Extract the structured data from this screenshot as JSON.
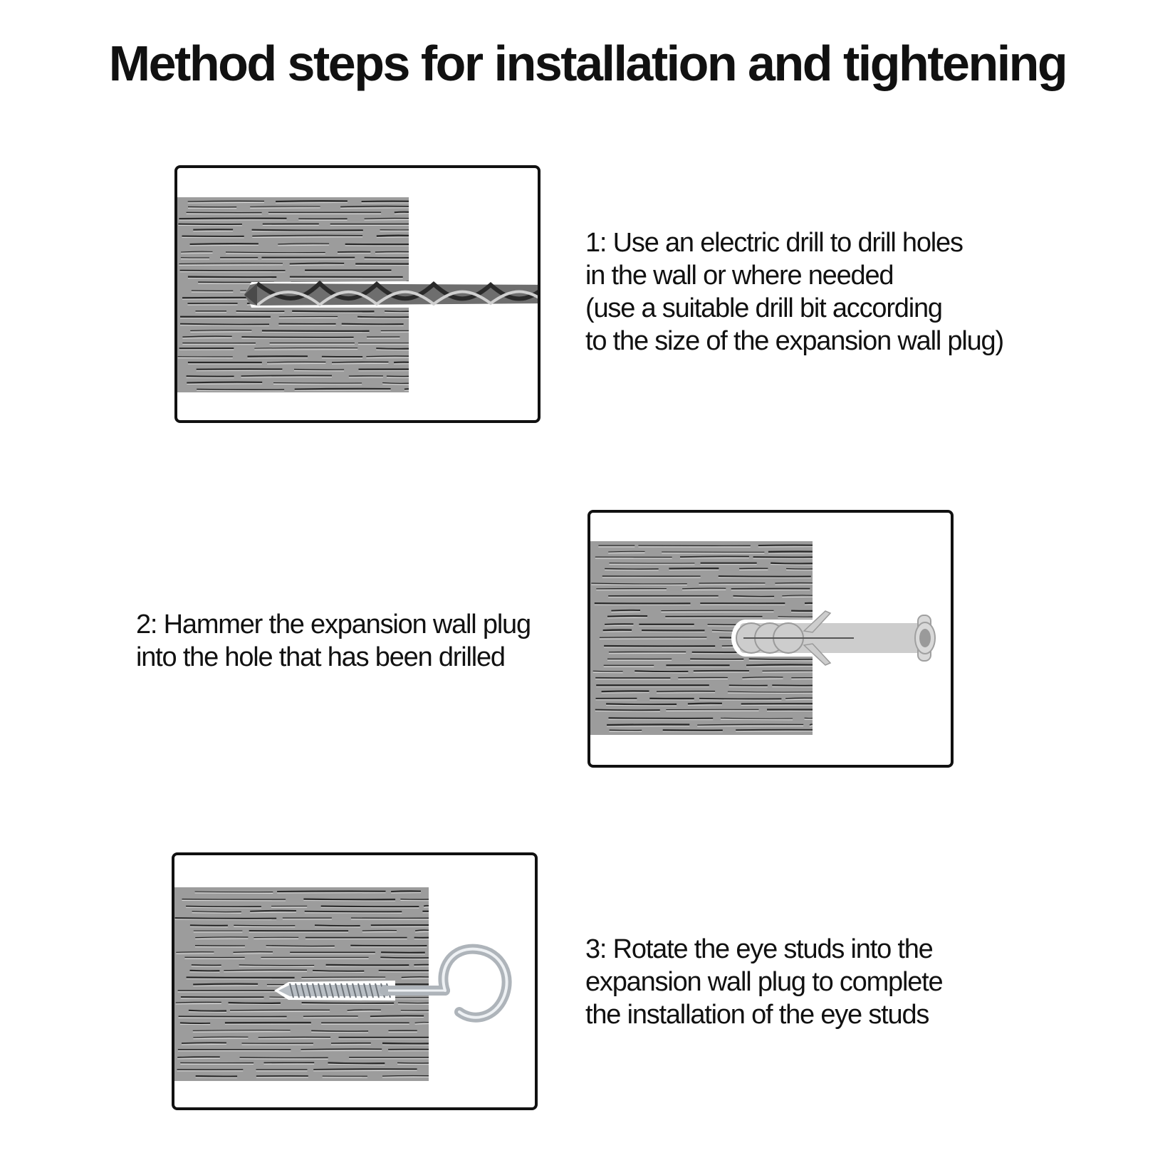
{
  "page": {
    "title": "Method steps for installation and tightening"
  },
  "steps": [
    {
      "number": "1",
      "illustration": "drill-bit-in-wall",
      "lines": [
        "1: Use an electric drill to drill holes",
        "in the wall or where needed",
        "(use a suitable drill bit according",
        "to the size of the expansion wall plug)"
      ]
    },
    {
      "number": "2",
      "illustration": "wall-plug-in-wall",
      "lines": [
        "2: Hammer the expansion wall plug",
        "into the hole that has been drilled"
      ]
    },
    {
      "number": "3",
      "illustration": "eye-stud-in-wall",
      "lines": [
        "3: Rotate the eye studs into the",
        "expansion wall plug to complete",
        "the installation of the eye studs"
      ]
    }
  ],
  "colors": {
    "wall": "#9c9c9c",
    "crack": "#2a2a2a",
    "border": "#111111",
    "plug": "#cdcdcd",
    "metal": "#b8bec4"
  }
}
